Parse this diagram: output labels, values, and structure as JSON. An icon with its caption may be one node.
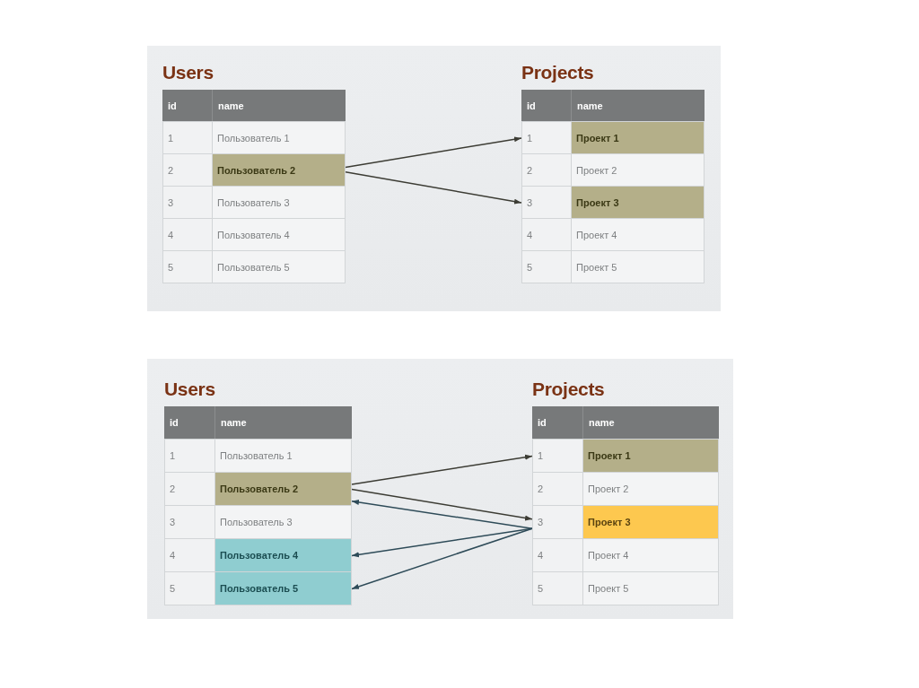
{
  "diagram": {
    "nodes": [
      {
        "text": [
          "Users"
        ]
      },
      {
        "text": [
          "id",
          "name"
        ],
        "in": 0
      },
      {
        "text": [
          "1",
          "Пользователь 1"
        ],
        "in": 0
      },
      {
        "text": [
          "2",
          "Пользователь 2"
        ],
        "in": 0
      },
      {
        "text": [
          "3",
          "Пользователь 3"
        ],
        "in": 0
      },
      {
        "text": [
          "4",
          "Пользователь 4"
        ],
        "in": 0
      },
      {
        "text": [
          "5",
          "Пользователь 5"
        ],
        "in": 0
      },
      {
        "text": [
          "Projects"
        ]
      },
      {
        "text": [
          "id",
          "name"
        ],
        "in": 7
      },
      {
        "text": [
          "1",
          "Проект 1"
        ],
        "in": 7
      },
      {
        "text": [
          "2",
          "Проект 2"
        ],
        "in": 7
      },
      {
        "text": [
          "3",
          "Проект 3"
        ],
        "in": 7
      },
      {
        "text": [
          "4",
          "Проект 4"
        ],
        "in": 7
      },
      {
        "text": [
          "5",
          "Проект 5"
        ],
        "in": 7
      },
      {
        "text": [
          "Users"
        ]
      },
      {
        "text": [
          "id",
          "name"
        ],
        "in": 14
      },
      {
        "text": [
          "1",
          "Пользователь 1"
        ],
        "in": 14
      },
      {
        "text": [
          "2",
          "Пользователь 2"
        ],
        "in": 14
      },
      {
        "text": [
          "3",
          "Пользователь 3"
        ],
        "in": 14
      },
      {
        "text": [
          "4",
          "Пользователь 4"
        ],
        "in": 14
      },
      {
        "text": [
          "5",
          "Пользователь 5"
        ],
        "in": 14
      },
      {
        "text": [
          "Projects"
        ]
      },
      {
        "text": [
          "id",
          "name"
        ],
        "in": 21
      },
      {
        "text": [
          "1",
          "Проект 1"
        ],
        "in": 21
      },
      {
        "text": [
          "2",
          "Проект 2"
        ],
        "in": 21
      },
      {
        "text": [
          "3",
          "Проект 3"
        ],
        "in": 21
      },
      {
        "text": [
          "4",
          "Проект 4"
        ],
        "in": 21
      },
      {
        "text": [
          "5",
          "Проект 5"
        ],
        "in": 21
      }
    ],
    "edges": [
      {
        "from": 3,
        "to": 9,
        "arrow": "to"
      },
      {
        "from": 3,
        "to": 11,
        "arrow": "to"
      },
      {
        "from": 17,
        "to": 23,
        "arrow": "to"
      },
      {
        "from": 17,
        "to": 25,
        "arrow": "to"
      },
      {
        "from": 25,
        "to": 17,
        "arrow": "to",
        "color": "#2e4b58"
      },
      {
        "from": 25,
        "to": 19,
        "arrow": "to",
        "color": "#2e4b58"
      },
      {
        "from": 25,
        "to": 20,
        "arrow": "to",
        "color": "#2e4b58"
      }
    ]
  }
}
